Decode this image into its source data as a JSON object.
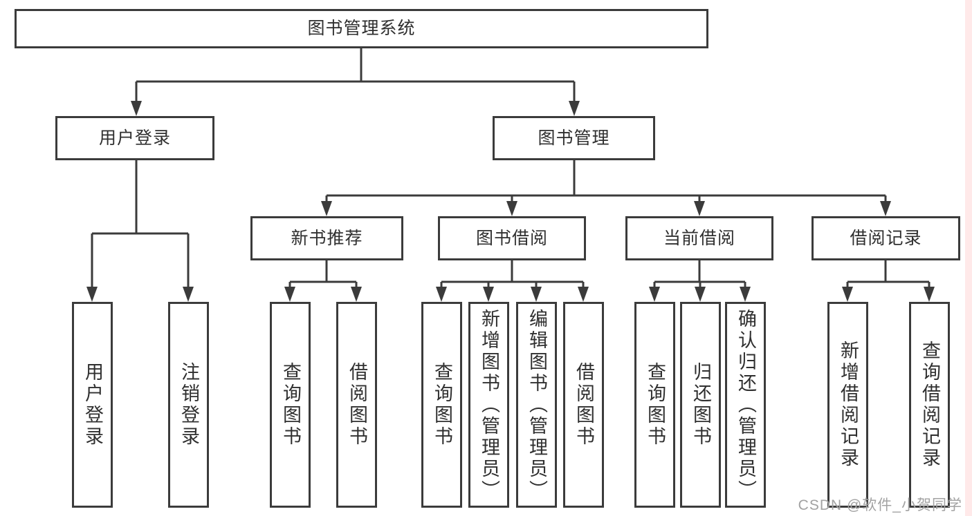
{
  "diagram_title": "图书管理系统",
  "nodes": {
    "root": {
      "label": "图书管理系统"
    },
    "user_login": {
      "label": "用户登录"
    },
    "book_management": {
      "label": "图书管理"
    },
    "new_book_recommend": {
      "label": "新书推荐"
    },
    "book_borrowing": {
      "label": "图书借阅"
    },
    "current_borrowing": {
      "label": "当前借阅"
    },
    "borrowing_records": {
      "label": "借阅记录"
    },
    "leaf_user_login": {
      "label": "用户登录"
    },
    "leaf_logout": {
      "label": "注销登录"
    },
    "leaf_rec_query_books": {
      "label": "查询图书"
    },
    "leaf_rec_borrow_books": {
      "label": "借阅图书"
    },
    "leaf_bb_query_books": {
      "label": "查询图书"
    },
    "leaf_bb_add_books": {
      "label": "新增图书（管理员）"
    },
    "leaf_bb_edit_books": {
      "label": "编辑图书（管理员）"
    },
    "leaf_bb_borrow_books": {
      "label": "借阅图书"
    },
    "leaf_cb_query_books": {
      "label": "查询图书"
    },
    "leaf_cb_return_books": {
      "label": "归还图书"
    },
    "leaf_cb_confirm_return": {
      "label": "确认归还（管理员）"
    },
    "leaf_br_add_record": {
      "label": "新增借阅记录"
    },
    "leaf_br_query_record": {
      "label": "查询借阅记录"
    }
  },
  "watermark": {
    "text": "CSDN @软件_小贺同学"
  },
  "colors": {
    "line": "#3b3b3b",
    "text": "#2f2f2f",
    "watermark": "#a2a2a2",
    "edge_strip": "#ffe9e9"
  }
}
